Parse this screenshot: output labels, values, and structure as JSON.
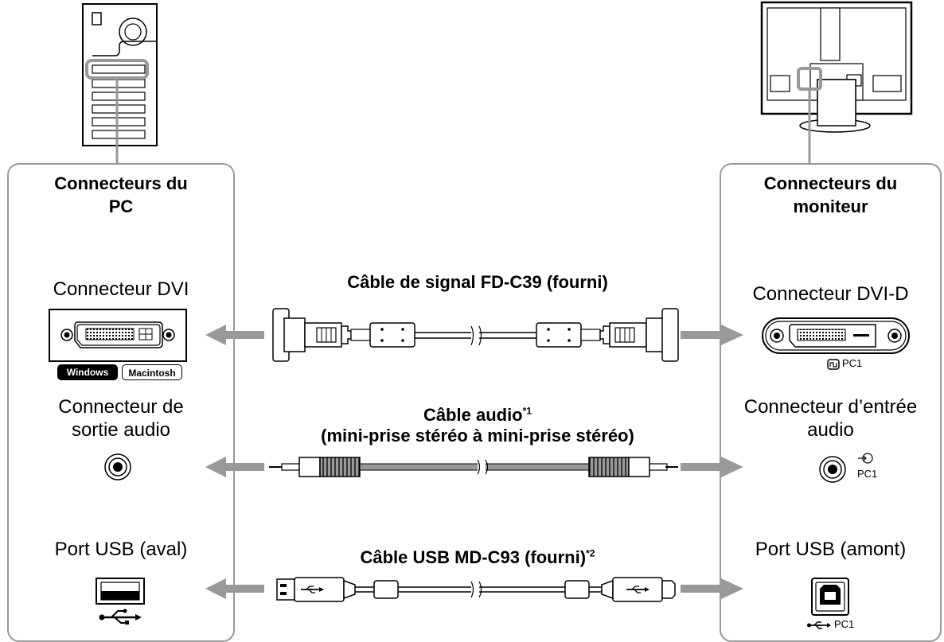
{
  "left_panel": {
    "title_line1": "Connecteurs du",
    "title_line2": "PC",
    "dvi_label": "Connecteur DVI",
    "badge_windows": "Windows",
    "badge_mac": "Macintosh",
    "audio_line1": "Connecteur de",
    "audio_line2": "sortie audio",
    "usb_label": "Port USB (aval)"
  },
  "right_panel": {
    "title_line1": "Connecteurs du",
    "title_line2": "moniteur",
    "dvi_label": "Connecteur DVI-D",
    "dvi_port": "PC1",
    "audio_line1": "Connecteur d’entrée",
    "audio_line2": "audio",
    "audio_port": "PC1",
    "usb_label": "Port USB (amont)",
    "usb_port": "PC1"
  },
  "cables": {
    "signal": "Câble de signal FD-C39 (fourni)",
    "audio_line1": "Câble audio",
    "audio_note": "*1",
    "audio_line2": "(mini-prise stéréo à mini-prise stéréo)",
    "usb": "Câble USB MD-C93 (fourni)",
    "usb_note": "*2"
  }
}
